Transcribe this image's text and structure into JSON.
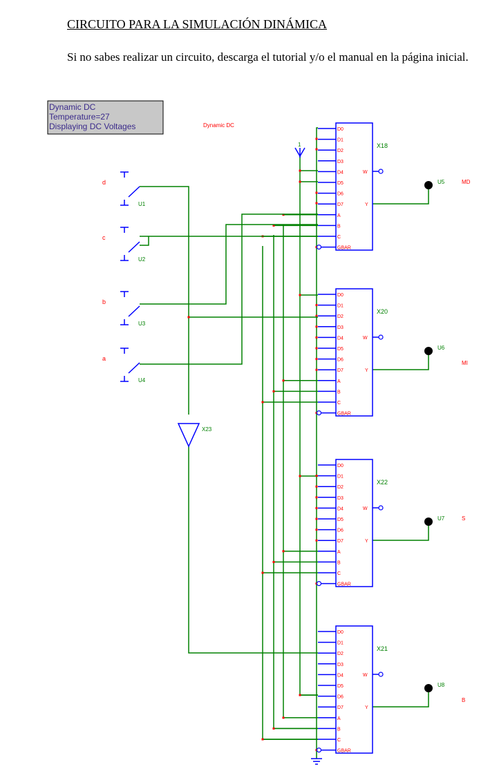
{
  "document": {
    "title": "CIRCUITO PARA LA SIMULACIÓN DINÁMICA",
    "intro": "Si no sabes realizar un circuito, descarga el tutorial y/o el manual en la página inicial."
  },
  "schematic": {
    "status_box": {
      "lines": [
        "Dynamic DC",
        "Temperature=27",
        "Displaying DC Voltages"
      ],
      "bg_color": "#c8c8c8"
    },
    "mode_label": "Dynamic DC",
    "colors": {
      "wire": "#008000",
      "component": "#0000ff",
      "label": "#ff0000",
      "refdes": "#008000",
      "node": "#ff0000"
    },
    "vcc_label": "1",
    "switches": [
      {
        "ref": "U1",
        "input": "d"
      },
      {
        "ref": "U2",
        "input": "c"
      },
      {
        "ref": "U3",
        "input": "b"
      },
      {
        "ref": "U4",
        "input": "a"
      }
    ],
    "inverter": {
      "ref": "X23"
    },
    "mux_pins": {
      "data": [
        "D0",
        "D1",
        "D2",
        "D3",
        "D4",
        "D5",
        "D6",
        "D7"
      ],
      "select": [
        "A",
        "B",
        "C"
      ],
      "enable": "GBAR",
      "out_w": "W",
      "out_y": "Y"
    },
    "muxes": [
      {
        "ref": "X18",
        "probe_ref": "U5",
        "output_label": "MD"
      },
      {
        "ref": "X20",
        "probe_ref": "U6",
        "output_label": "MI"
      },
      {
        "ref": "X22",
        "probe_ref": "U7",
        "output_label": "S"
      },
      {
        "ref": "X21",
        "probe_ref": "U8",
        "output_label": "B"
      }
    ]
  }
}
